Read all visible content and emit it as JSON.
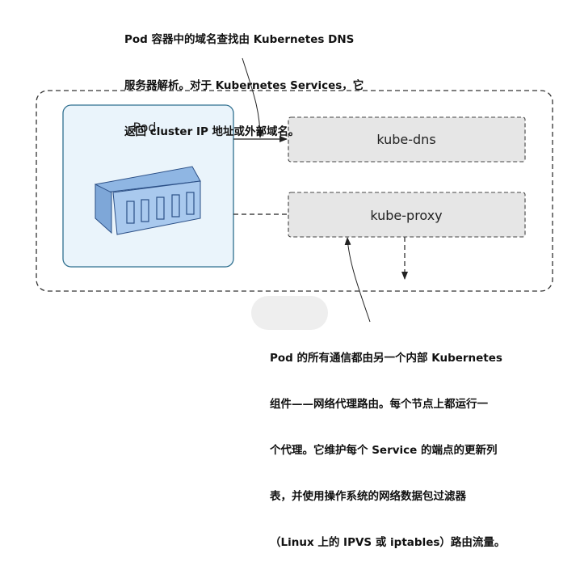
{
  "annotations": {
    "top": {
      "lines": [
        "Pod 容器中的域名查找由 Kubernetes DNS",
        "服务器解析。对于 Kubernetes Services，它",
        "返回 cluster IP 地址或外部域名。"
      ]
    },
    "bottom": {
      "lines": [
        "Pod 的所有通信都由另一个内部 Kubernetes",
        "组件——网络代理路由。每个节点上都运行一",
        "个代理。它维护每个 Service 的端点的更新列",
        "表，并使用操作系统的网络数据包过滤器",
        "（Linux 上的 IPVS 或 iptables）路由流量。"
      ]
    }
  },
  "pod": {
    "label": "Pod"
  },
  "components": {
    "kube_dns": {
      "label": "kube-dns"
    },
    "kube_proxy": {
      "label": "kube-proxy"
    }
  },
  "colors": {
    "pod_fill": "#eaf4fb",
    "pod_border": "#2f6f8f",
    "component_fill": "#e6e6e6",
    "container_top": "#8fb6e3",
    "container_front": "#a9c9ee",
    "container_side": "#7ea7d8",
    "container_stroke": "#2b4f86",
    "node_border": "#333333",
    "highlight": "#eeeeee"
  },
  "icons": {
    "container": "shipping-container-icon"
  }
}
